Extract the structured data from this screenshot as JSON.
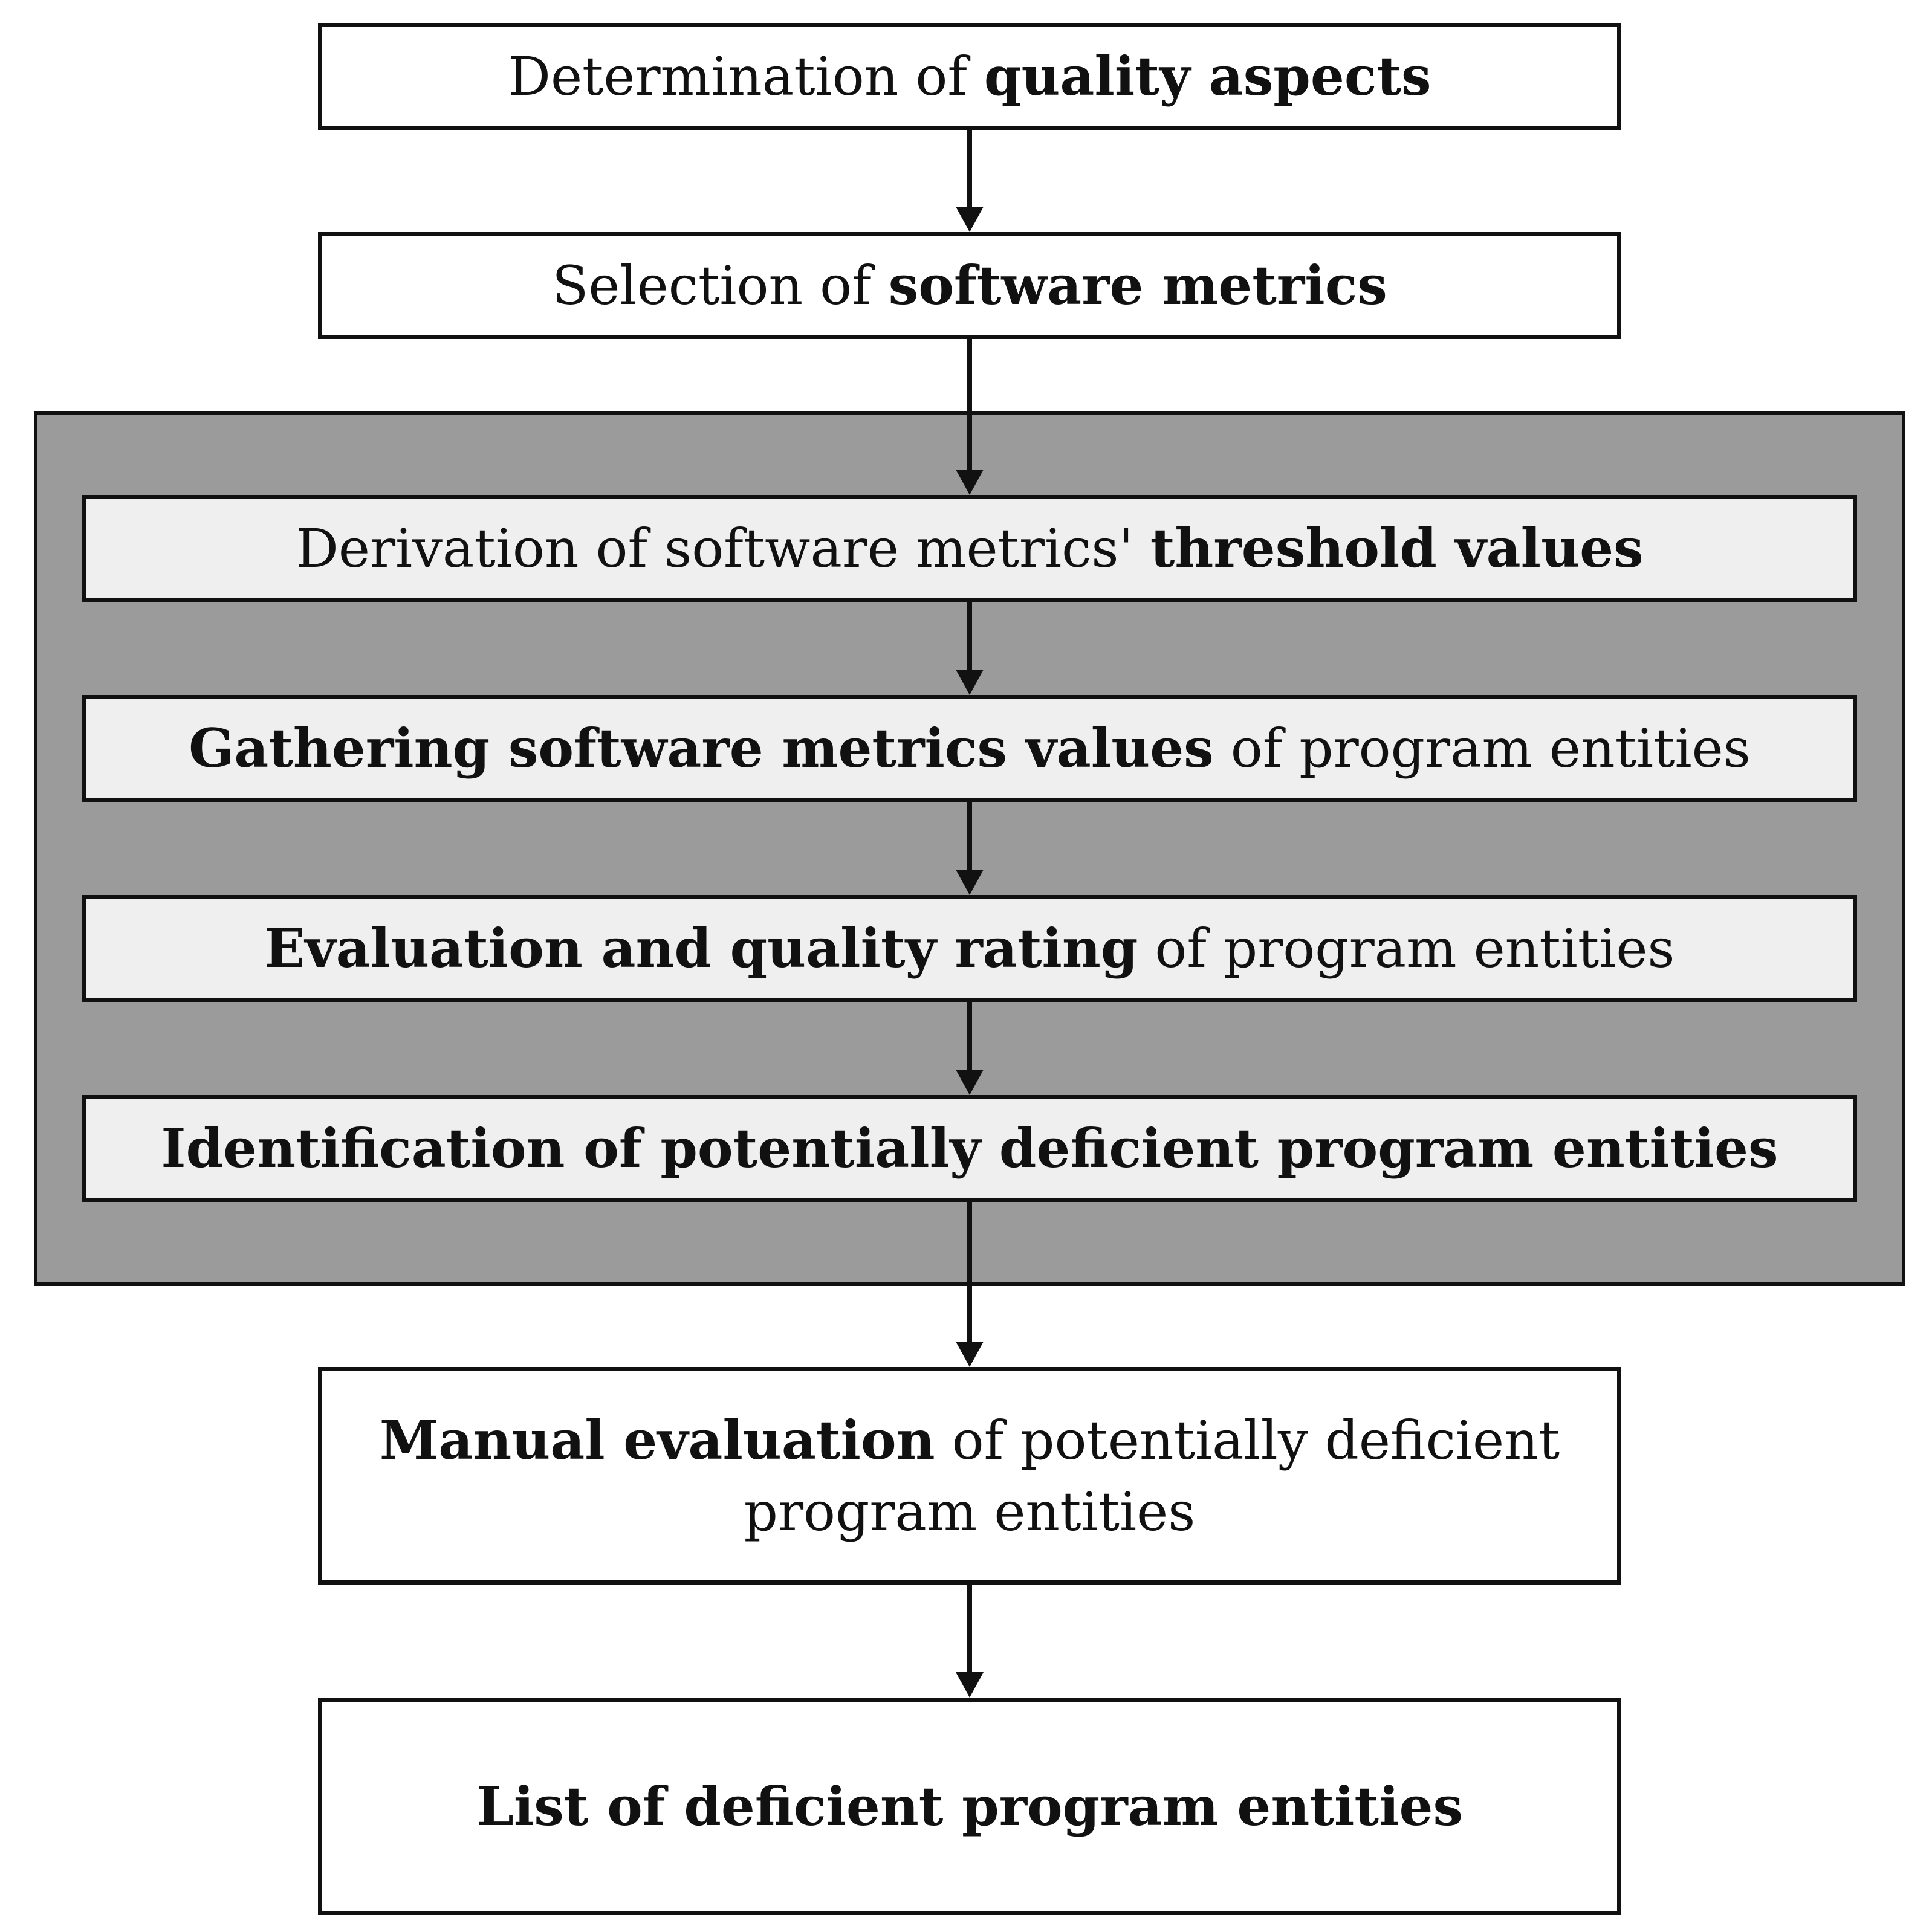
{
  "steps": [
    {
      "normal_a": "Determination of ",
      "bold_a": "quality aspects",
      "normal_b": ""
    },
    {
      "normal_a": "Selection of ",
      "bold_a": "software metrics",
      "normal_b": ""
    },
    {
      "normal_a": "Derivation of software metrics' ",
      "bold_a": "threshold values",
      "normal_b": ""
    },
    {
      "normal_a": "",
      "bold_a": "Gathering software metrics values",
      "normal_b": " of program entities"
    },
    {
      "normal_a": "",
      "bold_a": "Evaluation and quality rating",
      "normal_b": " of program entities"
    },
    {
      "normal_a": "",
      "bold_a": "Identification of potentially deficient program entities",
      "normal_b": ""
    },
    {
      "bold_a": "Manual evaluation",
      "normal_b": " of potentially deficient",
      "line2": "program entities"
    },
    {
      "normal_a": "",
      "bold_a": "List of deficient program entities",
      "normal_b": ""
    }
  ],
  "colors": {
    "group_fill": "#9b9b9b",
    "inner_box_fill": "#efefef",
    "outer_box_fill": "#ffffff",
    "stroke": "#111111"
  }
}
